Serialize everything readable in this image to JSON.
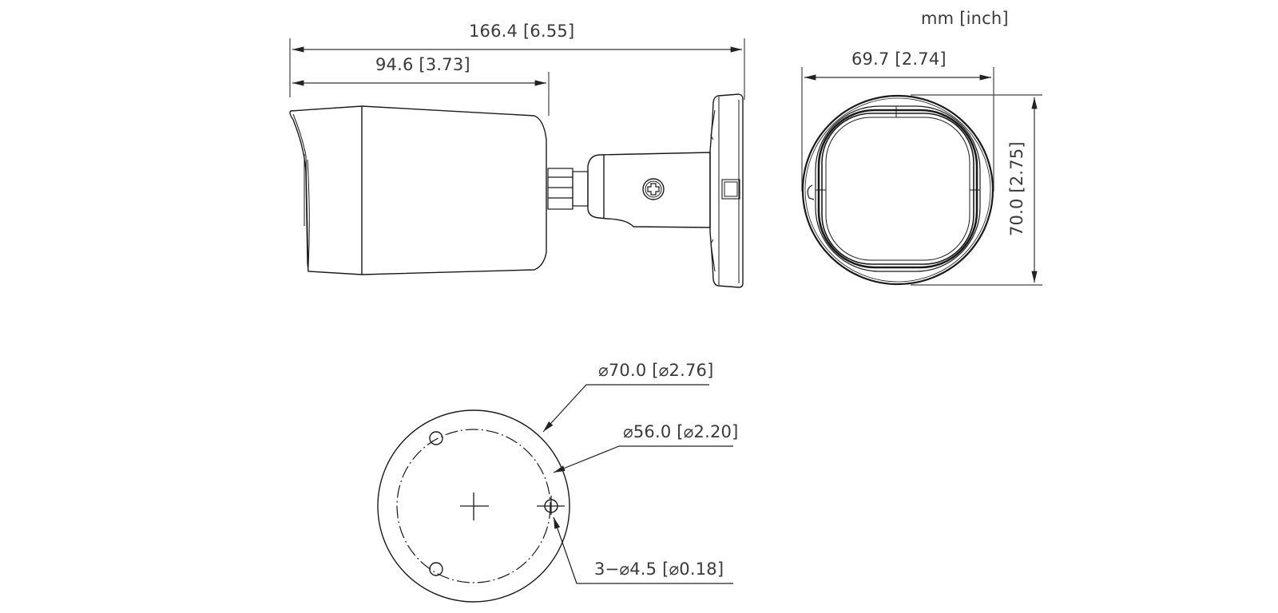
{
  "units_label": "mm [inch]",
  "side_view": {
    "overall_length": "166.4 [6.55]",
    "housing_length": "94.6 [3.73]"
  },
  "front_view": {
    "width": "69.7 [2.74]",
    "height": "70.0 [2.75]"
  },
  "base_view": {
    "outer_diameter": "⌀70.0 [⌀2.76]",
    "bolt_circle_diameter": "⌀56.0 [⌀2.20]",
    "mounting_holes": "3−⌀4.5 [⌀0.18]"
  },
  "colors": {
    "line": "#1a1a1a",
    "dimension_line": "#444444",
    "text": "#3a3a3a"
  }
}
